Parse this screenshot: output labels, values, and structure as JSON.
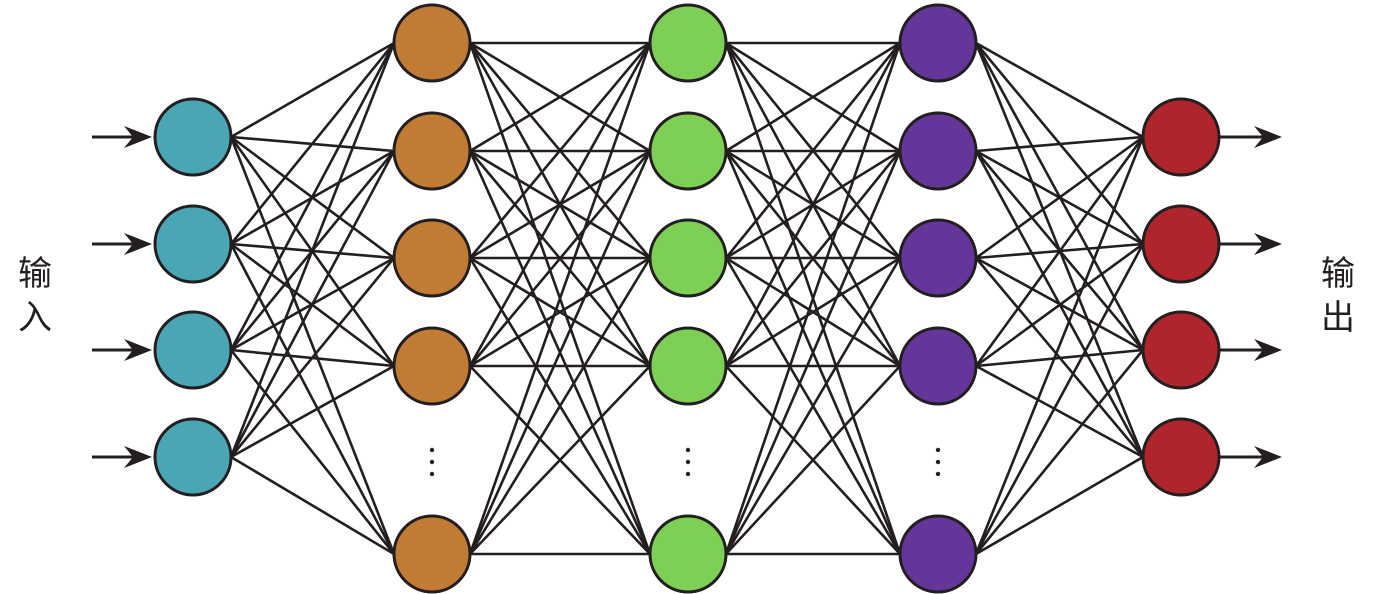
{
  "labels": {
    "input": "输入",
    "output": "输出"
  },
  "ellipsis": "⋮",
  "layers": [
    {
      "name": "input-layer",
      "color": "#4aa5b5",
      "nodes": 4,
      "ellipsis": false
    },
    {
      "name": "hidden-layer-1",
      "color": "#c27b34",
      "nodes": 5,
      "ellipsis": true
    },
    {
      "name": "hidden-layer-2",
      "color": "#7ecf55",
      "nodes": 5,
      "ellipsis": true
    },
    {
      "name": "hidden-layer-3",
      "color": "#653699",
      "nodes": 5,
      "ellipsis": true
    },
    {
      "name": "output-layer",
      "color": "#b0252b",
      "nodes": 4,
      "ellipsis": false
    }
  ],
  "stroke_color": "#231f20"
}
